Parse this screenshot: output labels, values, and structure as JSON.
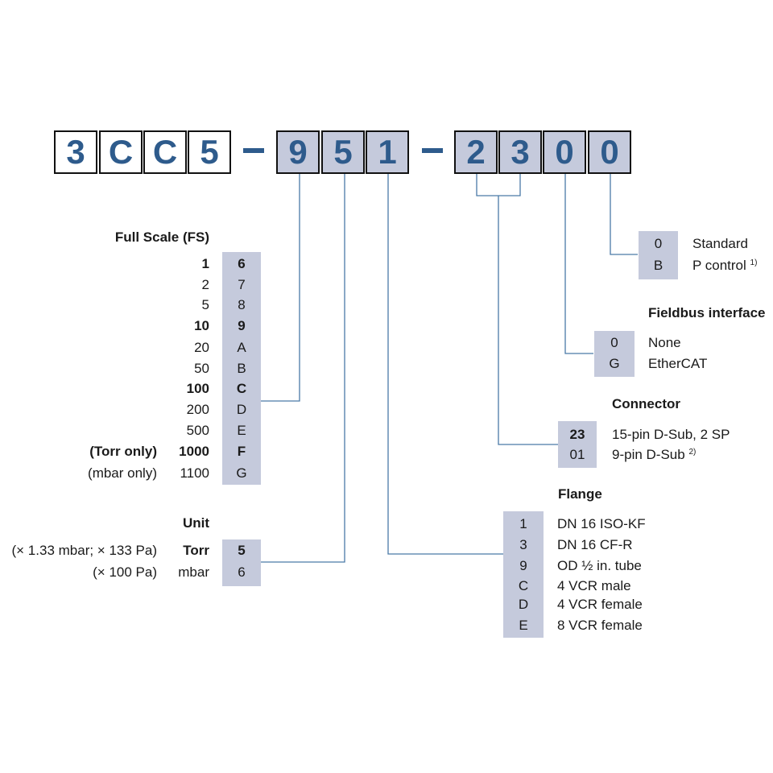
{
  "part_number": {
    "digits": [
      "3",
      "C",
      "C",
      "5",
      "9",
      "5",
      "1",
      "2",
      "3",
      "0",
      "0"
    ]
  },
  "full_scale": {
    "title": "Full Scale (FS)",
    "rows": [
      {
        "note": "",
        "value": "1",
        "code": "6",
        "bold": true
      },
      {
        "note": "",
        "value": "2",
        "code": "7",
        "bold": false
      },
      {
        "note": "",
        "value": "5",
        "code": "8",
        "bold": false
      },
      {
        "note": "",
        "value": "10",
        "code": "9",
        "bold": true
      },
      {
        "note": "",
        "value": "20",
        "code": "A",
        "bold": false
      },
      {
        "note": "",
        "value": "50",
        "code": "B",
        "bold": false
      },
      {
        "note": "",
        "value": "100",
        "code": "C",
        "bold": true
      },
      {
        "note": "",
        "value": "200",
        "code": "D",
        "bold": false
      },
      {
        "note": "",
        "value": "500",
        "code": "E",
        "bold": false
      },
      {
        "note": "(Torr only)",
        "value": "1000",
        "code": "F",
        "bold": true
      },
      {
        "note": "(mbar only)",
        "value": "1100",
        "code": "G",
        "bold": false
      }
    ]
  },
  "unit": {
    "title": "Unit",
    "rows": [
      {
        "note": "(× 1.33 mbar; × 133 Pa)",
        "value": "Torr",
        "code": "5",
        "bold": true
      },
      {
        "note": "(× 100 Pa)",
        "value": "mbar",
        "code": "6",
        "bold": false
      }
    ]
  },
  "option": {
    "rows": [
      {
        "code": "0",
        "label": "Standard",
        "sup": ""
      },
      {
        "code": "B",
        "label": "P control",
        "sup": "1)"
      }
    ]
  },
  "fieldbus": {
    "title": "Fieldbus interface",
    "rows": [
      {
        "code": "0",
        "label": "None"
      },
      {
        "code": "G",
        "label": "EtherCAT"
      }
    ]
  },
  "connector": {
    "title": "Connector",
    "rows": [
      {
        "code": "23",
        "label": "15-pin D-Sub, 2 SP",
        "sup": "",
        "bold": true
      },
      {
        "code": "01",
        "label": "9-pin D-Sub",
        "sup": "2)",
        "bold": false
      }
    ]
  },
  "flange": {
    "title": "Flange",
    "rows": [
      {
        "code": "1",
        "label": "DN 16 ISO-KF"
      },
      {
        "code": "3",
        "label": "DN 16 CF-R"
      },
      {
        "code": "9",
        "label": "OD ½ in. tube"
      },
      {
        "code": "C",
        "label": "4 VCR male"
      },
      {
        "code": "D",
        "label": "4 VCR female"
      },
      {
        "code": "E",
        "label": "8 VCR female"
      }
    ]
  },
  "colors": {
    "digit_text": "#2e5b8c",
    "option_fill": "#c5cadc",
    "connector_line": "#4a7aa8"
  }
}
